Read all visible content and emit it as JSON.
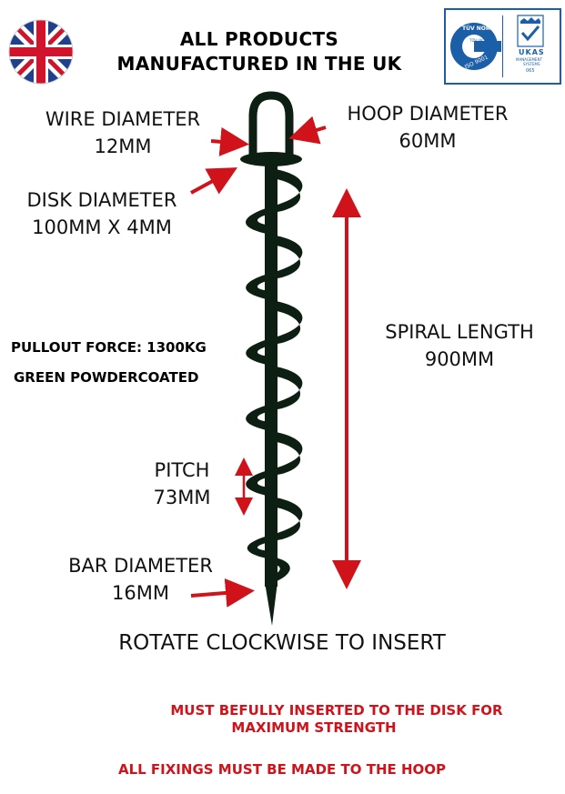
{
  "header": {
    "line1": "ALL PRODUCTS",
    "line2": "MANUFACTURED IN THE UK"
  },
  "certifications": {
    "tuv_brand": "TÜV NORD",
    "tuv_sub": "TÜV UK Ltd.",
    "iso": "ISO 9001",
    "ukas": "UKAS",
    "ukas_sub1": "MANAGEMENT",
    "ukas_sub2": "SYSTEMS",
    "ukas_num": "065"
  },
  "labels": {
    "wire_title": "WIRE DIAMETER",
    "wire_value": "12MM",
    "hoop_title": "HOOP DIAMETER",
    "hoop_value": "60MM",
    "disk_title": "DISK DIAMETER",
    "disk_value": "100MM X 4MM",
    "spiral_title": "SPIRAL LENGTH",
    "spiral_value": "900MM",
    "pitch_title": "PITCH",
    "pitch_value": "73MM",
    "bar_title": "BAR DIAMETER",
    "bar_value": "16MM"
  },
  "specs": {
    "pullout": "PULLOUT FORCE: 1300KG",
    "coating": "GREEN POWDERCOATED"
  },
  "instruction": "ROTATE CLOCKWISE TO INSERT",
  "warnings": {
    "line1": "MUST BEFULLY INSERTED TO THE DISK FOR",
    "line2": "MAXIMUM STRENGTH",
    "line3": "ALL FIXINGS MUST BE MADE TO THE HOOP"
  },
  "colors": {
    "arrow_red": "#d0121b",
    "anchor_green": "#0d1f12",
    "cert_blue": "#1b5fa8"
  }
}
